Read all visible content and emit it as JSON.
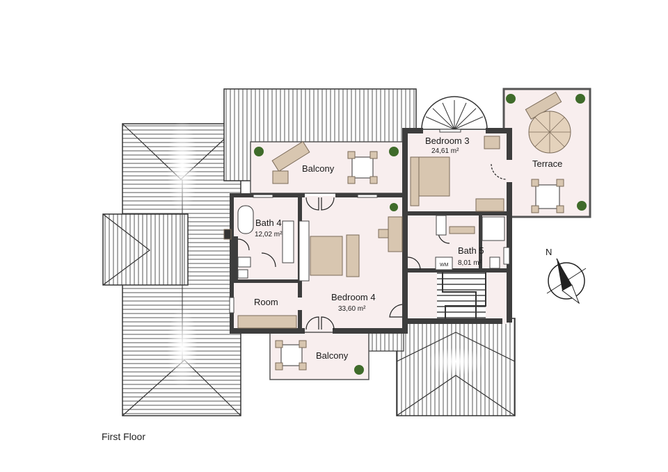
{
  "caption": "First Floor",
  "rooms": {
    "balcony_top": {
      "name": "Balcony"
    },
    "bedroom3": {
      "name": "Bedroom 3",
      "area": "24,61 m²"
    },
    "terrace": {
      "name": "Terrace"
    },
    "bath4": {
      "name": "Bath 4",
      "area": "12,02 m²"
    },
    "bath5": {
      "name": "Bath 5",
      "area": "8,01 m²"
    },
    "room": {
      "name": "Room"
    },
    "bedroom4": {
      "name": "Bedroom 4",
      "area": "33,60 m²"
    },
    "balcony_bottom": {
      "name": "Balcony"
    }
  },
  "compass_label": "N",
  "wm_label": "WM",
  "colors": {
    "floor": "#f8eeee",
    "wall": "#3d3d3d",
    "furniture": "#d8c6b0",
    "roof_line": "#555555"
  }
}
